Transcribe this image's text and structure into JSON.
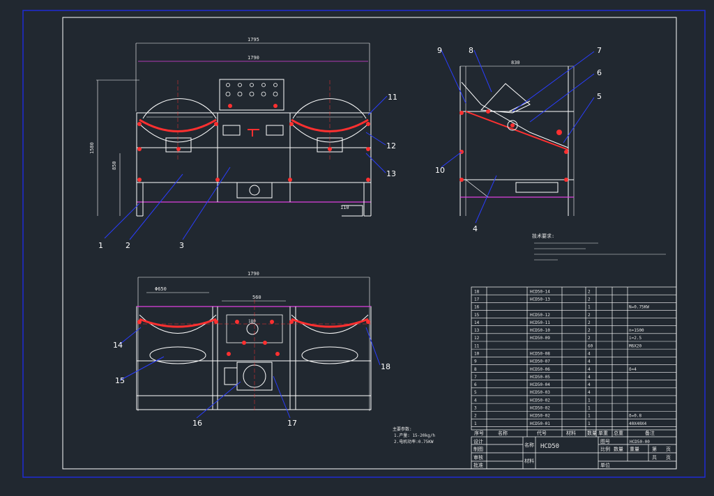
{
  "drawing": {
    "title_block": {
      "product_name": "HCD50",
      "drawing_no": "HCD50-00",
      "cells": [
        "设计",
        "制图",
        "审核",
        "批准",
        "名称",
        "材料",
        "图号",
        "比例",
        "数量",
        "重量",
        "第",
        "页",
        "共",
        "页",
        "单位"
      ]
    },
    "callouts": [
      "1",
      "2",
      "3",
      "4",
      "5",
      "6",
      "7",
      "8",
      "9",
      "10",
      "11",
      "12",
      "13",
      "14",
      "15",
      "16",
      "17",
      "18"
    ],
    "dimensions": {
      "front_overall": "1795",
      "front_inner": "1790",
      "front_height": "1580",
      "front_mid_height": "850",
      "front_base": "110",
      "side_width": "830",
      "top_overall": "1790",
      "top_pan": "Φ650",
      "top_center": "560",
      "top_motor": "180"
    },
    "bom_header": [
      "序号",
      "名称",
      "代号",
      "材料",
      "数量",
      "单重",
      "总重",
      "备注"
    ],
    "bom_rows": [
      {
        "no": "18",
        "code": "HCD50-14",
        "qty": "2",
        "note": ""
      },
      {
        "no": "17",
        "code": "HCD50-13",
        "qty": "2",
        "note": ""
      },
      {
        "no": "16",
        "code": "",
        "qty": "1",
        "note": "N=0.75KW"
      },
      {
        "no": "15",
        "code": "HCD50-12",
        "qty": "2",
        "note": ""
      },
      {
        "no": "14",
        "code": "HCD50-11",
        "qty": "2",
        "note": ""
      },
      {
        "no": "13",
        "code": "HCD50-10",
        "qty": "2",
        "note": "n=1500"
      },
      {
        "no": "12",
        "code": "HCD50-09",
        "qty": "2",
        "note": "i=2.5"
      },
      {
        "no": "11",
        "code": "",
        "qty": "60",
        "note": "M6X20"
      },
      {
        "no": "10",
        "code": "HCD50-08",
        "qty": "4",
        "note": ""
      },
      {
        "no": "9",
        "code": "HCD50-07",
        "qty": "4",
        "note": ""
      },
      {
        "no": "8",
        "code": "HCD50-06",
        "qty": "4",
        "note": "δ=4"
      },
      {
        "no": "7",
        "code": "HCD50-05",
        "qty": "4",
        "note": ""
      },
      {
        "no": "6",
        "code": "HCD50-04",
        "qty": "4",
        "note": ""
      },
      {
        "no": "5",
        "code": "HCD50-03",
        "qty": "4",
        "note": ""
      },
      {
        "no": "4",
        "code": "HCD50-02",
        "qty": "1",
        "note": ""
      },
      {
        "no": "3",
        "code": "HCD50-02",
        "qty": "1",
        "note": ""
      },
      {
        "no": "2",
        "code": "HCD50-02",
        "qty": "1",
        "note": "δ=0.8"
      },
      {
        "no": "1",
        "code": "HCD50-01",
        "qty": "1",
        "note": "40X40X4"
      }
    ],
    "notes_right": [
      "技术要求:"
    ],
    "notes_bottom": [
      "主要参数:",
      "1.产量: 15-20kg/h",
      "2.电机功率:0.75KW"
    ]
  },
  "colors": {
    "background": "#212830",
    "line": "#ffffff",
    "frame": "#1f2bd6",
    "dim": "#e040e0",
    "hidden": "#ff3030",
    "leader": "#2a3dff"
  }
}
